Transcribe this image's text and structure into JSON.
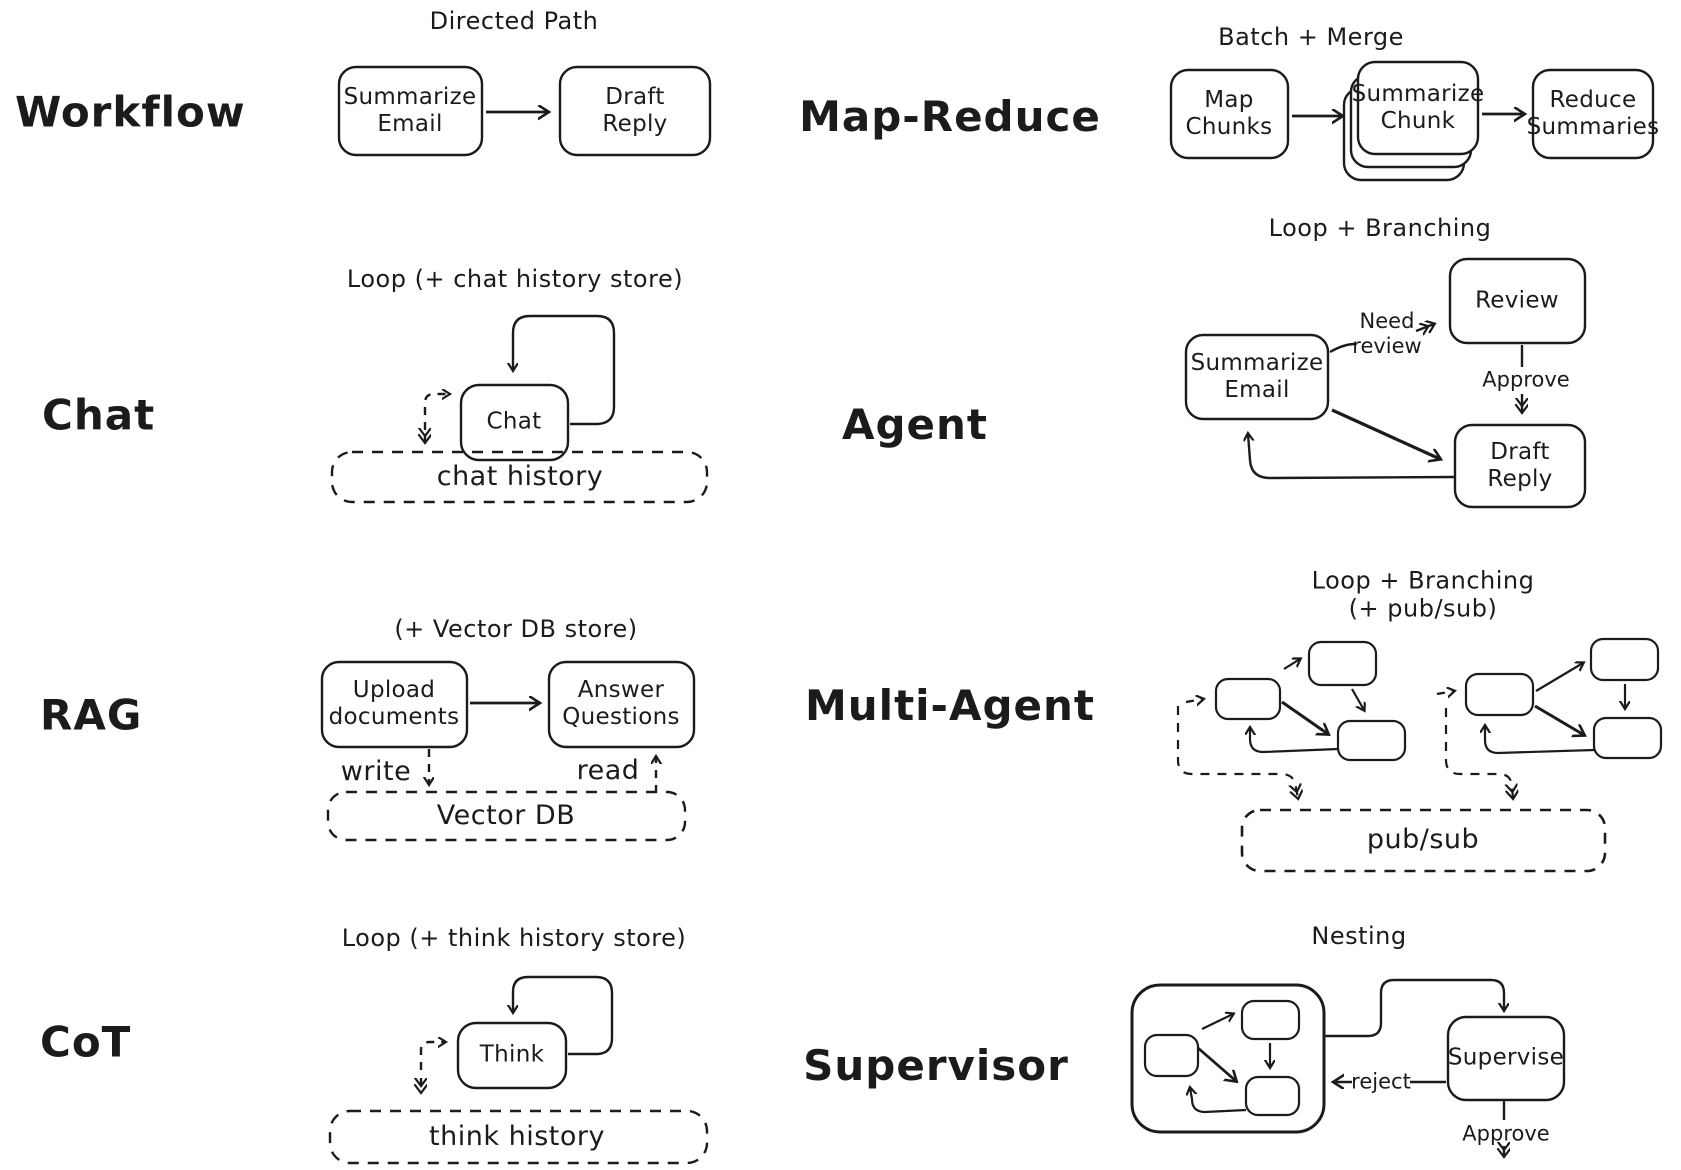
{
  "colors": {
    "ink": "#1b1b1b",
    "background": "#ffffff"
  },
  "workflow": {
    "label": "Workflow",
    "title": "Directed Path",
    "boxes": {
      "a": "Summarize\nEmail",
      "b": "Draft\nReply"
    }
  },
  "map_reduce": {
    "label": "Map-Reduce",
    "title": "Batch + Merge",
    "boxes": {
      "a": "Map\nChunks",
      "b": "Summarize\nChunk",
      "c": "Reduce\nSummaries"
    }
  },
  "chat": {
    "label": "Chat",
    "title": "Loop (+ chat history store)",
    "boxes": {
      "a": "Chat"
    },
    "store": "chat history"
  },
  "agent": {
    "label": "Agent",
    "title": "Loop + Branching",
    "boxes": {
      "a": "Summarize\nEmail",
      "b": "Review",
      "c": "Draft\nReply"
    },
    "edge_labels": {
      "need_review": "Need\nreview",
      "approve": "Approve"
    }
  },
  "rag": {
    "label": "RAG",
    "title": "(+ Vector DB store)",
    "boxes": {
      "a": "Upload\ndocuments",
      "b": "Answer\nQuestions"
    },
    "store": "Vector DB",
    "edge_labels": {
      "write": "write",
      "read": "read"
    }
  },
  "multi_agent": {
    "label": "Multi-Agent",
    "title": "Loop + Branching (+ pub/sub)",
    "store": "pub/sub"
  },
  "cot": {
    "label": "CoT",
    "title": "Loop (+ think history store)",
    "boxes": {
      "a": "Think"
    },
    "store": "think history"
  },
  "supervisor": {
    "label": "Supervisor",
    "title": "Nesting",
    "boxes": {
      "a": "Supervise"
    },
    "edge_labels": {
      "reject": "reject",
      "approve": "Approve"
    }
  }
}
